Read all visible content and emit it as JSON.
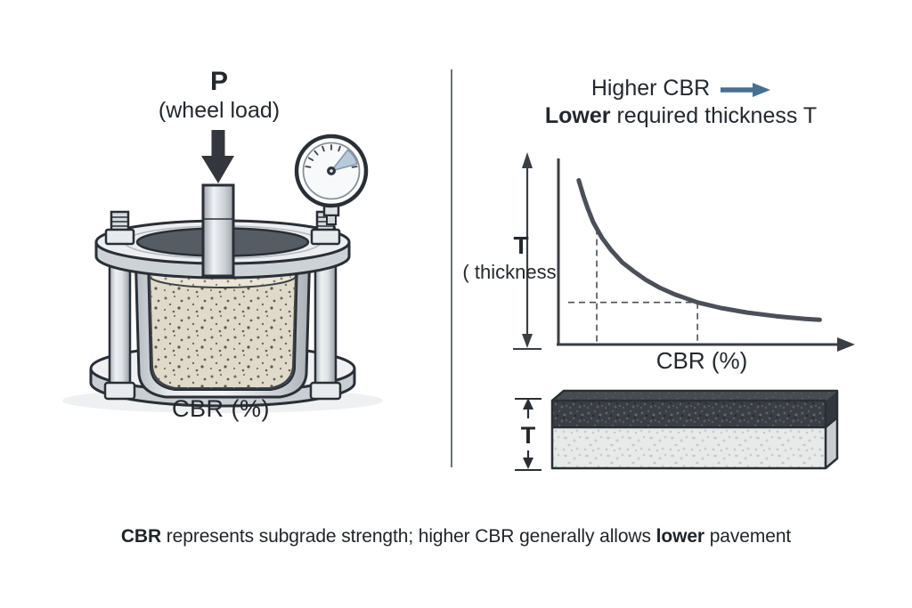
{
  "diagram": {
    "left": {
      "load_label": "P",
      "load_sublabel": "(wheel load)",
      "apparatus_caption": "CBR (%)"
    },
    "right": {
      "headline": {
        "line1": "Higher CBR",
        "line2_bold": "Lower",
        "line2_rest": " required thickness T"
      },
      "graph": {
        "y_label_main": "T",
        "y_label_sub": "( thickness",
        "x_label": "CBR (%)"
      },
      "slab": {
        "dimension_label": "T"
      }
    },
    "caption": {
      "bold1": "CBR",
      "text1": " represents subgrade strength; higher CBR generally allows ",
      "bold2": "lower",
      "text2": " pavement"
    },
    "colors": {
      "ink": "#24282e",
      "accent_blue": "#46708f",
      "curve": "#4b5058",
      "divider": "#6d7378",
      "soil": "#dfdac9",
      "soil_speckle": "#6e6858",
      "asphalt": "#3b3f45",
      "base_layer": "#e8eaea",
      "gauge_wedge": "#b9cada",
      "metal_light": "#eef0f2",
      "metal_shadow": "#9aa1a8"
    }
  },
  "chart_data": {
    "type": "line",
    "title": "Higher CBR → Lower required thickness T",
    "xlabel": "CBR (%)",
    "ylabel": "T ( thickness",
    "x": [
      0.7,
      0.85,
      1.0,
      1.2,
      1.5,
      1.8,
      2.2,
      2.6,
      3.0,
      3.5,
      4.0,
      4.8,
      5.6,
      6.5,
      7.5,
      8.5,
      9.0
    ],
    "values": [
      0.9,
      0.82,
      0.75,
      0.67,
      0.585,
      0.52,
      0.45,
      0.4,
      0.355,
      0.31,
      0.275,
      0.23,
      0.2,
      0.175,
      0.155,
      0.14,
      0.135
    ],
    "guide_x": [
      1.32,
      4.79
    ],
    "xlim": [
      0,
      10
    ],
    "ylim": [
      0,
      1
    ],
    "grid": false,
    "legend": "none",
    "note": "conceptual curve, axes have no numeric tick labels; values normalized 0-1 thickness; dashed guide lines mark two CBR values and the thickness of the second"
  }
}
